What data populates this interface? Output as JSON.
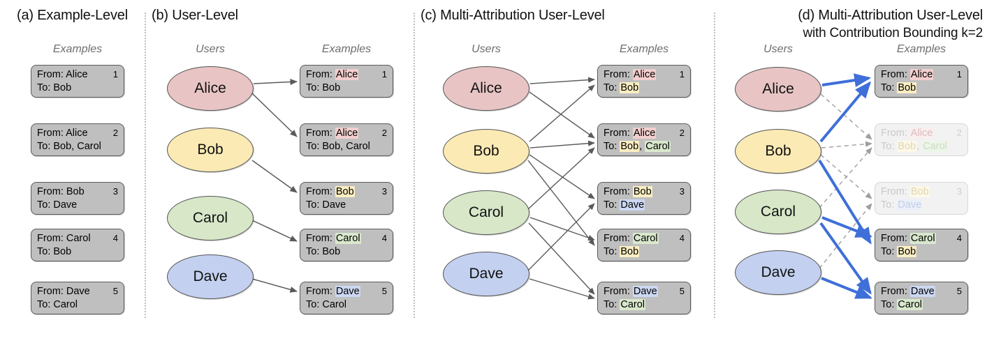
{
  "panels": [
    {
      "id": "a",
      "title_line1": "(a) Example-Level",
      "title_line2": "",
      "headers": {
        "examples": "Examples"
      }
    },
    {
      "id": "b",
      "title_line1": "(b) User-Level",
      "title_line2": "",
      "headers": {
        "users": "Users",
        "examples": "Examples"
      }
    },
    {
      "id": "c",
      "title_line1": "(c) Multi-Attribution User-Level",
      "title_line2": "",
      "headers": {
        "users": "Users",
        "examples": "Examples"
      }
    },
    {
      "id": "d",
      "title_line1": "(d) Multi-Attribution User-Level",
      "title_line2": "with Contribution Bounding k=2",
      "headers": {
        "users": "Users",
        "examples": "Examples"
      }
    }
  ],
  "users": [
    {
      "name": "Alice",
      "color": "#e8c4c4"
    },
    {
      "name": "Bob",
      "color": "#fbeab4"
    },
    {
      "name": "Carol",
      "color": "#d7e7c8"
    },
    {
      "name": "Dave",
      "color": "#c3d0ef"
    }
  ],
  "examples": [
    {
      "index": "1",
      "from_label": "From: ",
      "from_user": "Alice",
      "to_label": "To: ",
      "to_users": "Bob"
    },
    {
      "index": "2",
      "from_label": "From: ",
      "from_user": "Alice",
      "to_label": "To: ",
      "to_users": "Bob, Carol"
    },
    {
      "index": "3",
      "from_label": "From: ",
      "from_user": "Bob",
      "to_label": "To: ",
      "to_users": "Dave"
    },
    {
      "index": "4",
      "from_label": "From: ",
      "from_user": "Carol",
      "to_label": "To: ",
      "to_users": "Bob"
    },
    {
      "index": "5",
      "from_label": "From: ",
      "from_user": "Dave",
      "to_label": "To: ",
      "to_users": "Carol"
    }
  ],
  "edges": {
    "user_level": [
      {
        "user": "Alice",
        "example": 1
      },
      {
        "user": "Alice",
        "example": 2
      },
      {
        "user": "Bob",
        "example": 3
      },
      {
        "user": "Carol",
        "example": 4
      },
      {
        "user": "Dave",
        "example": 5
      }
    ],
    "multi_attribution": [
      {
        "user": "Alice",
        "example": 1
      },
      {
        "user": "Alice",
        "example": 2
      },
      {
        "user": "Bob",
        "example": 1
      },
      {
        "user": "Bob",
        "example": 2
      },
      {
        "user": "Bob",
        "example": 3
      },
      {
        "user": "Bob",
        "example": 4
      },
      {
        "user": "Carol",
        "example": 2
      },
      {
        "user": "Carol",
        "example": 4
      },
      {
        "user": "Carol",
        "example": 5
      },
      {
        "user": "Dave",
        "example": 3
      },
      {
        "user": "Dave",
        "example": 5
      }
    ],
    "bounded_kept": [
      {
        "user": "Alice",
        "example": 1
      },
      {
        "user": "Bob",
        "example": 1
      },
      {
        "user": "Bob",
        "example": 4
      },
      {
        "user": "Carol",
        "example": 4
      },
      {
        "user": "Carol",
        "example": 5
      },
      {
        "user": "Dave",
        "example": 5
      }
    ],
    "bounded_dropped": [
      {
        "user": "Alice",
        "example": 2
      },
      {
        "user": "Bob",
        "example": 2
      },
      {
        "user": "Bob",
        "example": 3
      },
      {
        "user": "Carol",
        "example": 2
      },
      {
        "user": "Dave",
        "example": 3
      }
    ]
  },
  "dropped_examples": [
    2,
    3
  ],
  "colors": {
    "kept_arrow": "#3f6fd8",
    "dropped_arrow": "#9e9e9e",
    "plain_arrow": "#5a5a5a",
    "box_fill": "#bfbfbf",
    "box_border": "#5a5a5a",
    "header_text": "#6e6e6e",
    "divider": "#bdbdbd"
  }
}
